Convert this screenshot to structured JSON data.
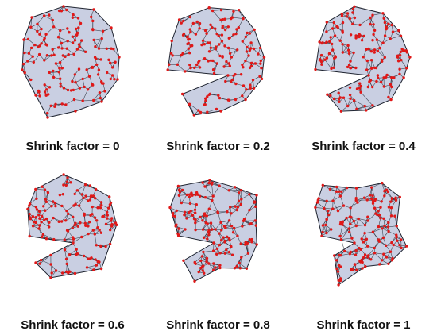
{
  "colors": {
    "fill": "#c9cfe2",
    "edge": "#1f2430",
    "point": "#e01818"
  },
  "panels": [
    {
      "caption": "Shrink factor = 0",
      "shrink": 0
    },
    {
      "caption": "Shrink factor = 0.2",
      "shrink": 0.2
    },
    {
      "caption": "Shrink factor = 0.4",
      "shrink": 0.4
    },
    {
      "caption": "Shrink factor = 0.6",
      "shrink": 0.6
    },
    {
      "caption": "Shrink factor = 0.8",
      "shrink": 0.8
    },
    {
      "caption": "Shrink factor = 1",
      "shrink": 1
    }
  ]
}
